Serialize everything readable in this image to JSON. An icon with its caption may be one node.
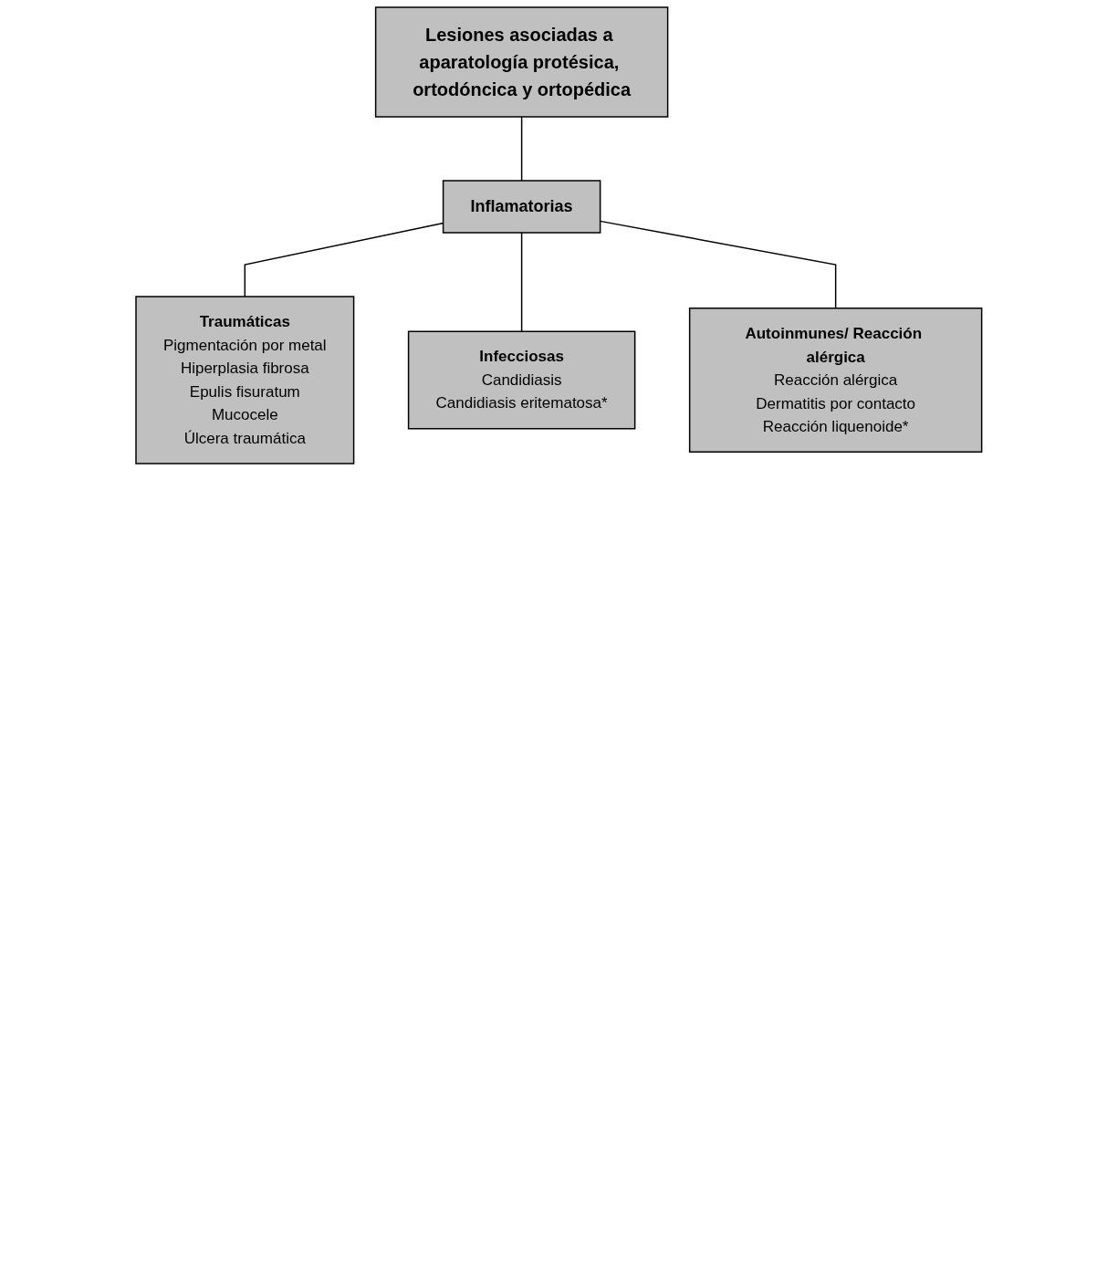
{
  "diagram": {
    "nodes": [
      {
        "text": [
          "Lesiones asociadas a aparatología protésica, ortodóncica y ortopédica"
        ]
      },
      {
        "text": [
          "Inflamatorias"
        ]
      },
      {
        "text": [
          "Traumáticas",
          "Pigmentación por metal",
          "Hiperplasia fibrosa",
          "Epulis fisuratum",
          "Mucocele",
          "Úlcera traumática"
        ]
      },
      {
        "text": [
          "Infecciosas",
          "Candidiasis",
          "Candidiasis eritematosa*"
        ]
      },
      {
        "text": [
          "Autoinmunes/ Reacción alérgica",
          "Reacción alérgica",
          "Dermatitis por contacto",
          "Reacción liquenoide*"
        ]
      }
    ],
    "edges": [
      {
        "from": 0,
        "to": 1,
        "arrow": "none"
      },
      {
        "from": 1,
        "to": 2,
        "arrow": "none"
      },
      {
        "from": 1,
        "to": 3,
        "arrow": "none"
      },
      {
        "from": 1,
        "to": 4,
        "arrow": "none"
      }
    ]
  }
}
